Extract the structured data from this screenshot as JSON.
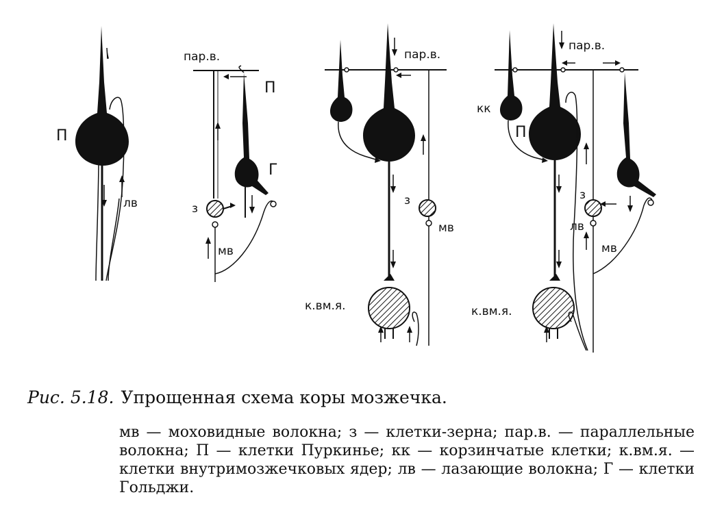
{
  "figure": {
    "labels": {
      "purkinje": "П",
      "climbing_fiber": "лв",
      "parallel_fibers": "пар.в.",
      "golgi": "Г",
      "granule": "з",
      "mossy_fiber": "мв",
      "nuclear_cell": "к.вм.я.",
      "basket_cell": "кк"
    }
  },
  "caption": {
    "figure_number": "Рис. 5.18.",
    "title": "Упрощенная схема коры мозжечка.",
    "legend": "мв — моховидные волокна; з — клетки-зерна; пар.в. — параллельные волокна; П — клетки Пуркинье; кк — корзинчатые клетки; к.вм.я. — клетки внутримозжечковых ядер; лв — лазающие волокна; Г — клетки Гольджи."
  }
}
